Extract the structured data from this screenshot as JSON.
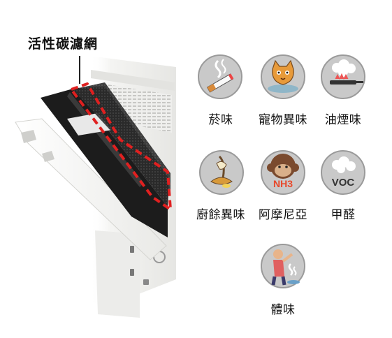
{
  "callout": {
    "filter_label": "活性碳濾網"
  },
  "odors": [
    {
      "id": "smoke",
      "label": "菸味",
      "icon": "cigarette-icon"
    },
    {
      "id": "pet",
      "label": "寵物異味",
      "icon": "cat-icon"
    },
    {
      "id": "cooking",
      "label": "油煙味",
      "icon": "frying-pan-icon"
    },
    {
      "id": "kitchen",
      "label": "廚餘異味",
      "icon": "food-waste-icon"
    },
    {
      "id": "ammonia",
      "label": "阿摩尼亞",
      "icon": "ammonia-icon",
      "badge": "NH3"
    },
    {
      "id": "voc",
      "label": "甲醛",
      "icon": "voc-icon",
      "badge": "VOC"
    },
    {
      "id": "body",
      "label": "體味",
      "icon": "body-odor-icon"
    }
  ],
  "colors": {
    "icon_bg": "#c9c9c9",
    "icon_ring": "#9a9a9a",
    "callout_dash": "#e02020",
    "filter_black": "#1c1c1c",
    "device_white": "#f2f2f0"
  }
}
